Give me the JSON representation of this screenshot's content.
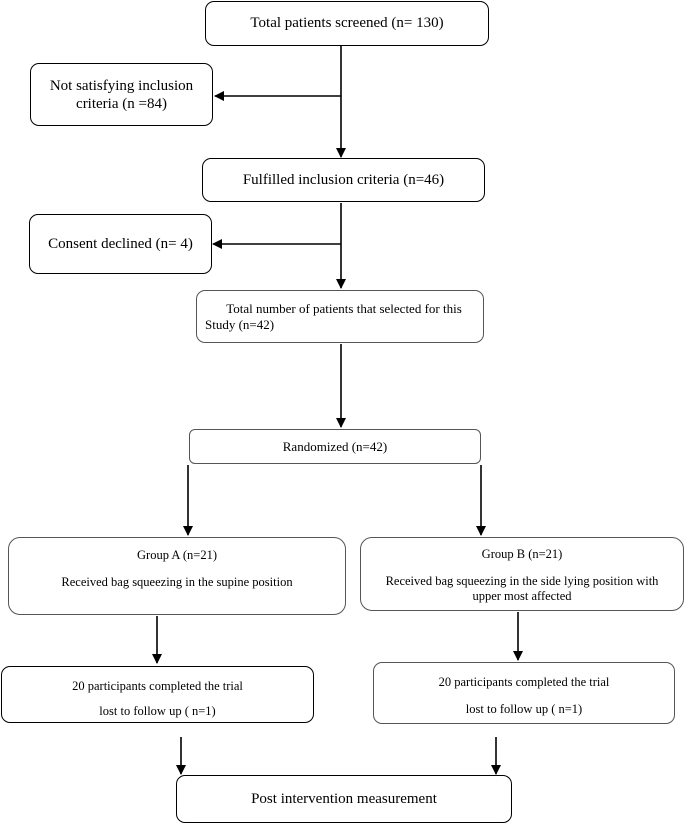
{
  "nodes": {
    "screened": "Total patients screened (n= 130)",
    "excluded": [
      "Not satisfying inclusion",
      "criteria (n =84)"
    ],
    "fulfilled": "Fulfilled inclusion criteria (n=46)",
    "declined": "Consent declined (n= 4)",
    "selected": [
      "Total number of patients that selected for this",
      "Study (n=42)"
    ],
    "randomized": "Randomized (n=42)",
    "group_a": {
      "title": "Group A (n=21)",
      "desc": "Received bag squeezing in the supine position"
    },
    "group_b": {
      "title": "Group B (n=21)",
      "desc": [
        "Received bag squeezing in the  side lying position with",
        "upper most affected"
      ]
    },
    "completed_a": {
      "line1": "20 participants completed the trial",
      "line2": "lost to follow up ( n=1)"
    },
    "completed_b": {
      "line1": "20 participants completed the trial",
      "line2": "lost to follow up ( n=1)"
    },
    "post": "Post intervention measurement"
  }
}
